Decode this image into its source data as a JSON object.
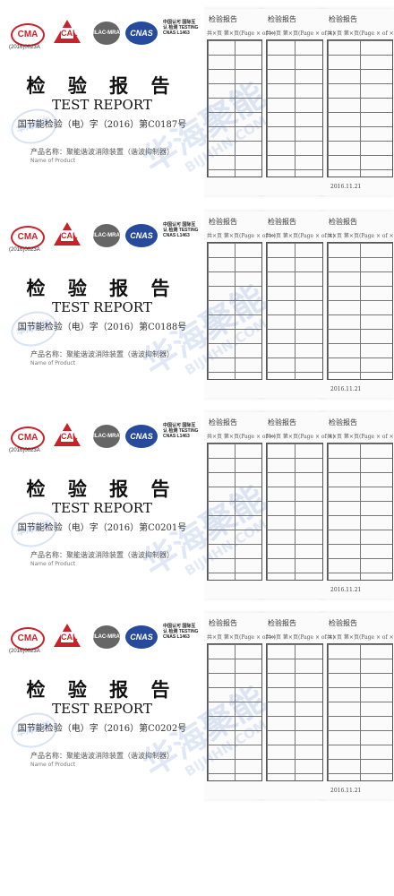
{
  "watermark": {
    "text": "华海聚能",
    "url": "BIJHHN.COM",
    "badge": "华海聚能"
  },
  "logos": {
    "cma": "CMA",
    "cma_sub": "(2016)0023A",
    "cal": "CAL",
    "ilac": "ILAC-MRA",
    "cnas": "CNAS",
    "cnas_sub": "中国认可 国际互认 检测 TESTING CNAS L1463"
  },
  "reports": [
    {
      "title_cn": "检 验 报 告",
      "title_en": "TEST REPORT",
      "report_no": "国节能检验（电）字（2016）第C0187号",
      "product": "产品名称：",
      "product_value": "聚能谐波消除装置（谐波抑制器）",
      "product_en": "Name of Product",
      "sheet_title": "检验报告",
      "page_label": "共×页 第×页(Page × of ×)",
      "date": "2016.11.21"
    },
    {
      "title_cn": "检 验 报 告",
      "title_en": "TEST REPORT",
      "report_no": "国节能检验（电）字（2016）第C0188号",
      "product": "产品名称：",
      "product_value": "聚能谐波消除装置（谐波抑制器）",
      "product_en": "Name of Product",
      "sheet_title": "检验报告",
      "page_label": "共×页 第×页(Page × of ×)",
      "date": "2016.11.21"
    },
    {
      "title_cn": "检 验 报 告",
      "title_en": "TEST REPORT",
      "report_no": "国节能检验（电）字（2016）第C0201号",
      "product": "产品名称：",
      "product_value": "聚能谐波消除装置（谐波抑制器）",
      "product_en": "Name of Product",
      "sheet_title": "检验报告",
      "page_label": "共×页 第×页(Page × of ×)",
      "date": "2016.11.21"
    },
    {
      "title_cn": "检 验 报 告",
      "title_en": "TEST REPORT",
      "report_no": "国节能检验（电）字（2016）第C0202号",
      "product": "产品名称：",
      "product_value": "聚能谐波消除装置（谐波抑制器）",
      "product_en": "Name of Product",
      "sheet_title": "检验报告",
      "page_label": "共×页 第×页(Page × of ×)",
      "date": "2016.11.21"
    }
  ]
}
